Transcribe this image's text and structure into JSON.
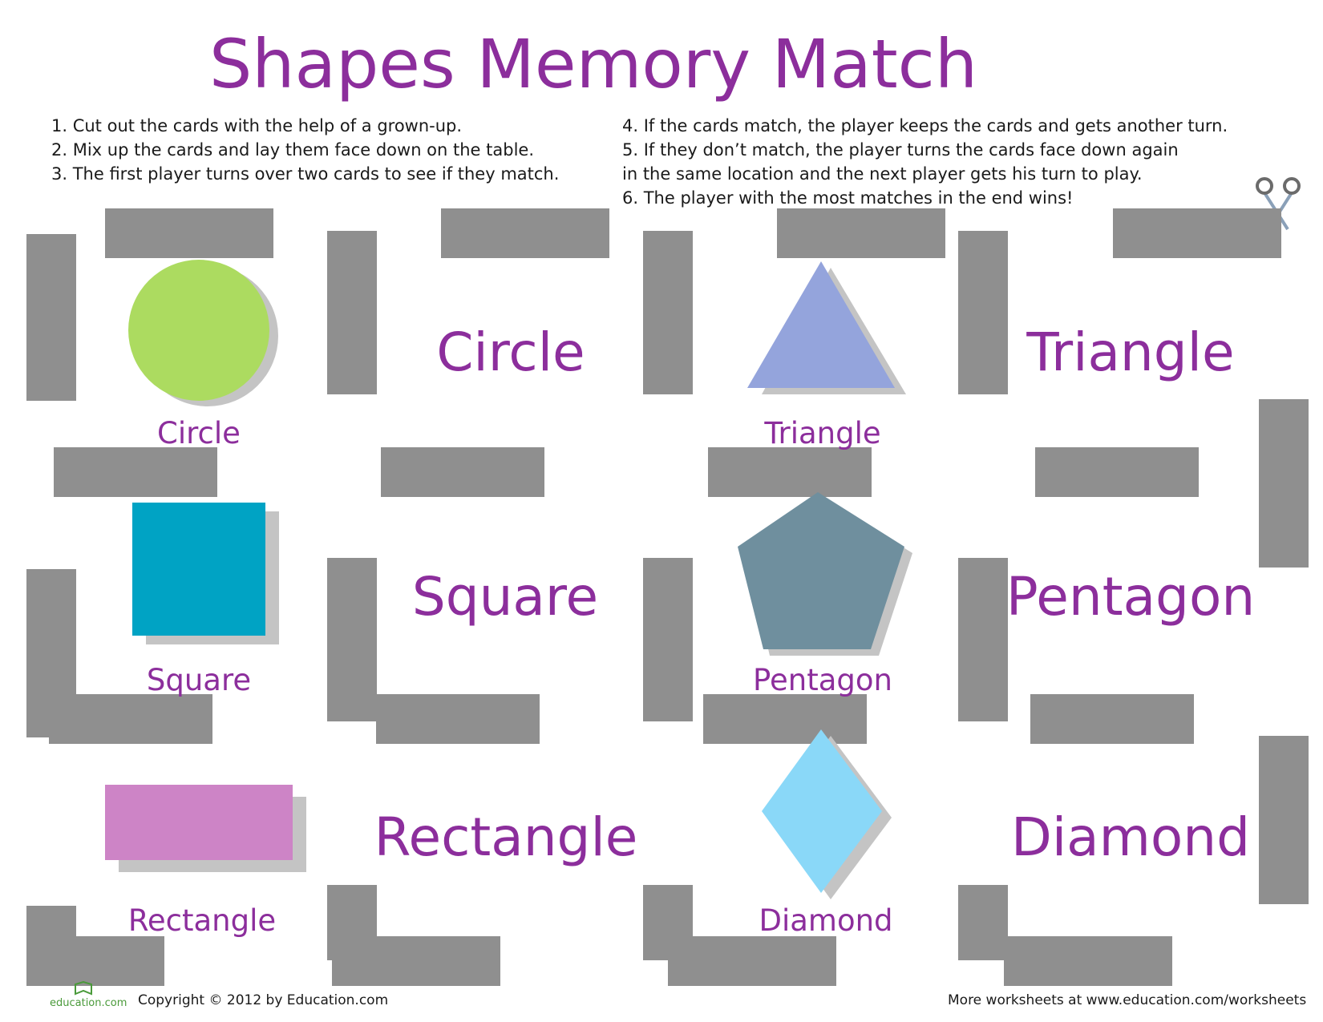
{
  "title": "Shapes Memory Match",
  "instructions_left": [
    "1. Cut out the cards with the help of a grown-up.",
    "2. Mix up the cards and lay them face down on the table.",
    "3. The first player turns over two cards to see if they match."
  ],
  "instructions_right": [
    "4. If the cards match, the player keeps the cards and gets another turn.",
    "5. If they don’t match, the player turns the cards face down again",
    "in the same location and the next player gets his turn to play.",
    "6. The player with the most matches in the end wins!"
  ],
  "cards": [
    {
      "caption": "Circle",
      "word": "Circle",
      "color": "#acdb60"
    },
    {
      "caption": "Triangle",
      "word": "Triangle",
      "color": "#94a4dc"
    },
    {
      "caption": "Square",
      "word": "Square",
      "color": "#00a3c4"
    },
    {
      "caption": "Pentagon",
      "word": "Pentagon",
      "color": "#6f8f9e"
    },
    {
      "caption": "Rectangle",
      "word": "Rectangle",
      "color": "#cd84c6"
    },
    {
      "caption": "Diamond",
      "word": "Diamond",
      "color": "#8ad8f8"
    }
  ],
  "icons": {
    "scissors": "scissors-icon",
    "logo": "education-com-logo"
  },
  "footer": {
    "logo_text": "education.com",
    "copyright": "Copyright © 2012 by Education.com",
    "more": "More worksheets at www.education.com/worksheets"
  },
  "colors": {
    "accent": "#8c2e9c",
    "tape": "#8f8f8f",
    "shadow": "#c4c4c4"
  }
}
